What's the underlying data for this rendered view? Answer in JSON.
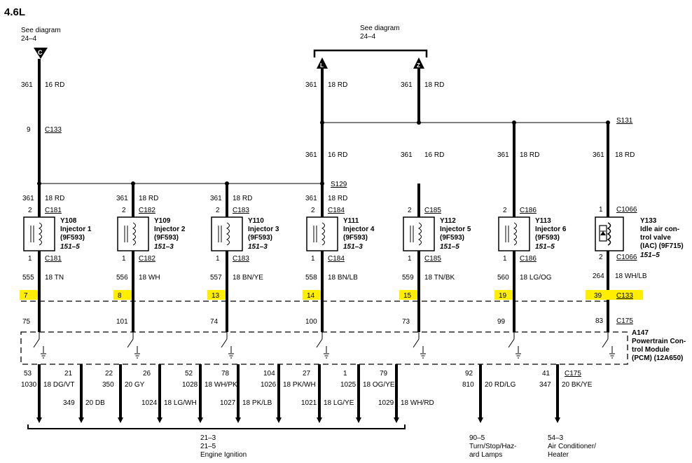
{
  "title": "4.6L",
  "top_left_ref": {
    "line1": "See diagram",
    "line2": "24–4",
    "connector": "C"
  },
  "top_right_ref": {
    "line1": "See diagram",
    "line2": "24–4",
    "left_connector": "L",
    "right_connector": "Z"
  },
  "feed": {
    "left": {
      "circuit": "361",
      "wire": "16 RD",
      "pin": "9",
      "connector": "C133"
    },
    "L": {
      "circuit_top": "361",
      "wire_top": "18 RD",
      "circuit_bottom": "361",
      "wire_bottom": "16 RD"
    },
    "Z": {
      "circuit_top": "361",
      "wire_top": "18 RD",
      "circuit_bottom": "361",
      "wire_bottom": "16 RD"
    },
    "inj6": {
      "circuit": "361",
      "wire": "18 RD"
    },
    "iac": {
      "circuit": "361",
      "wire": "18 RD"
    },
    "splice_upper": "S131",
    "splice_lower": "S129"
  },
  "injectors": [
    {
      "id": "Y108",
      "name": "Injector 1",
      "part": "(9F593)",
      "ref": "151–5",
      "in_circuit": "361",
      "in_wire": "18 RD",
      "in_pin": "2",
      "connector": "C181",
      "out_pin": "1",
      "out_circuit": "555",
      "out_wire": "18 TN",
      "pcm_pin": "7",
      "pcm_lower": "75"
    },
    {
      "id": "Y109",
      "name": "Injector 2",
      "part": "(9F593)",
      "ref": "151–3",
      "in_circuit": "361",
      "in_wire": "18 RD",
      "in_pin": "2",
      "connector": "C182",
      "out_pin": "1",
      "out_circuit": "556",
      "out_wire": "18 WH",
      "pcm_pin": "8",
      "pcm_lower": "101"
    },
    {
      "id": "Y110",
      "name": "Injector 3",
      "part": "(9F593)",
      "ref": "151–3",
      "in_circuit": "361",
      "in_wire": "18 RD",
      "in_pin": "2",
      "connector": "C183",
      "out_pin": "1",
      "out_circuit": "557",
      "out_wire": "18 BN/YE",
      "pcm_pin": "13",
      "pcm_lower": "74"
    },
    {
      "id": "Y111",
      "name": "Injector 4",
      "part": "(9F593)",
      "ref": "151–3",
      "in_circuit": "361",
      "in_wire": "18 RD",
      "in_pin": "2",
      "connector": "C184",
      "out_pin": "1",
      "out_circuit": "558",
      "out_wire": "18 BN/LB",
      "pcm_pin": "14",
      "pcm_lower": "100"
    },
    {
      "id": "Y112",
      "name": "Injector 5",
      "part": "(9F593)",
      "ref": "151–5",
      "in_circuit": "",
      "in_wire": "",
      "in_pin": "2",
      "connector": "C185",
      "out_pin": "1",
      "out_circuit": "559",
      "out_wire": "18 TN/BK",
      "pcm_pin": "15",
      "pcm_lower": "73"
    },
    {
      "id": "Y113",
      "name": "Injector 6",
      "part": "(9F593)",
      "ref": "151–5",
      "in_circuit": "",
      "in_wire": "",
      "in_pin": "2",
      "connector": "C186",
      "out_pin": "1",
      "out_circuit": "560",
      "out_wire": "18 LG/OG",
      "pcm_pin": "19",
      "pcm_lower": "99"
    }
  ],
  "iac": {
    "id": "Y133",
    "line1": "Idle air con-",
    "line2": "trol valve",
    "line3": "(IAC) (9F715)",
    "ref": "151–5",
    "in_pin": "1",
    "in_connector": "C1066",
    "out_pin": "2",
    "out_connector": "C1066",
    "out_circuit": "264",
    "out_wire": "18 WH/LB",
    "pcm_pin": "39",
    "pcm_connector": "C133",
    "pcm_lower": "83",
    "pcm_lower_connector": "C175"
  },
  "pcm": {
    "id": "A147",
    "line1": "Powertrain Con-",
    "line2": "trol Module",
    "line3": "(PCM) (12A650)"
  },
  "bottom_wires": [
    {
      "pin": "53",
      "circuit": "1030",
      "wire": "18 DG/VT",
      "level": "low"
    },
    {
      "pin": "21",
      "circuit": "349",
      "wire": "20 DB",
      "level": "high"
    },
    {
      "pin": "22",
      "circuit": "350",
      "wire": "20 GY",
      "level": "low"
    },
    {
      "pin": "26",
      "circuit": "1024",
      "wire": "18 LG/WH",
      "level": "high"
    },
    {
      "pin": "52",
      "circuit": "1028",
      "wire": "18 WH/PK",
      "level": "low"
    },
    {
      "pin": "78",
      "circuit": "1027",
      "wire": "18 PK/LB",
      "level": "high"
    },
    {
      "pin": "104",
      "circuit": "1026",
      "wire": "18 PK/WH",
      "level": "low"
    },
    {
      "pin": "27",
      "circuit": "1021",
      "wire": "18 LG/YE",
      "level": "high"
    },
    {
      "pin": "1",
      "circuit": "1025",
      "wire": "18 OG/YE",
      "level": "low"
    },
    {
      "pin": "79",
      "circuit": "1029",
      "wire": "18 WH/RD",
      "level": "high"
    },
    {
      "pin": "92",
      "circuit": "810",
      "wire": "20 RD/LG",
      "level": "low"
    },
    {
      "pin": "41",
      "circuit": "347",
      "wire": "20 BK/YE",
      "level": "low",
      "connector": "C175"
    }
  ],
  "destinations": [
    {
      "line1": "21–3",
      "line2": "21–5",
      "line3": "Engine Ignition"
    },
    {
      "line1": "90–5",
      "line2": "Turn/Stop/Haz-",
      "line3": "ard Lamps"
    },
    {
      "line1": "54–3",
      "line2": "Air Conditioner/",
      "line3": "Heater"
    }
  ],
  "colors": {
    "highlight": "#ffee00",
    "wire": "#000000"
  }
}
